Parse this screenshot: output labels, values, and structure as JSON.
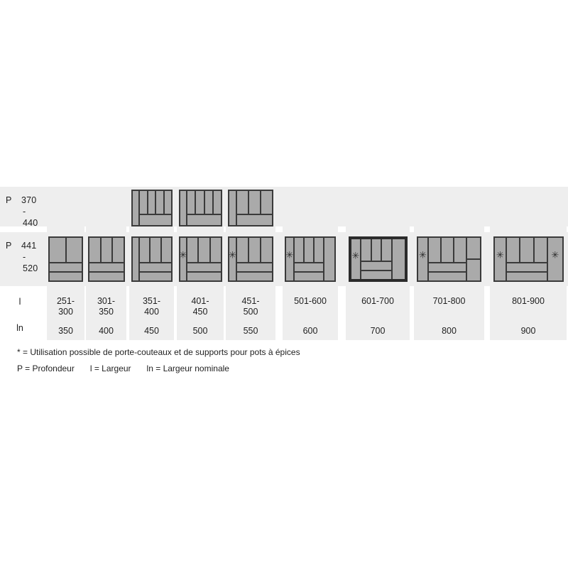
{
  "figure": {
    "type": "table",
    "title": "Cutlery tray sizes by depth and width"
  },
  "row_headers": {
    "depth_1": {
      "prefix": "P",
      "line1": "370",
      "line2": "-",
      "line3": "440"
    },
    "depth_2": {
      "prefix": "P",
      "line1": "441",
      "line2": "-",
      "line3": "520"
    },
    "width": "l",
    "nominal_width": "ln"
  },
  "columns": [
    {
      "l": "251-\n300",
      "ln": "350",
      "tray_370": null,
      "tray_441": {
        "left_asterisk": false,
        "right_asterisk": false,
        "highlighted": false,
        "top_cells": 2,
        "bottom_bars": 2,
        "right_stack": 0
      }
    },
    {
      "l": "301-\n350",
      "ln": "400",
      "tray_370": null,
      "tray_441": {
        "left_asterisk": false,
        "right_asterisk": false,
        "highlighted": false,
        "top_cells": 3,
        "bottom_bars": 2,
        "right_stack": 0
      }
    },
    {
      "l": "351-\n400",
      "ln": "450",
      "tray_370": {
        "left_asterisk": false,
        "right_asterisk": false,
        "highlighted": false,
        "top_cells": 4,
        "bottom_bars": 1,
        "right_stack": 0,
        "side_col": true
      },
      "tray_441": {
        "left_asterisk": false,
        "right_asterisk": false,
        "highlighted": false,
        "top_cells": 3,
        "bottom_bars": 2,
        "right_stack": 0,
        "side_col": true
      }
    },
    {
      "l": "401-\n450",
      "ln": "500",
      "tray_370": {
        "left_asterisk": false,
        "right_asterisk": false,
        "highlighted": false,
        "top_cells": 4,
        "bottom_bars": 1,
        "right_stack": 0,
        "side_col": true
      },
      "tray_441": {
        "left_asterisk": true,
        "right_asterisk": false,
        "highlighted": false,
        "top_cells": 3,
        "bottom_bars": 2,
        "right_stack": 0,
        "side_col": true
      }
    },
    {
      "l": "451-\n500",
      "ln": "550",
      "tray_370": {
        "left_asterisk": false,
        "right_asterisk": false,
        "highlighted": false,
        "top_cells": 3,
        "bottom_bars": 1,
        "right_stack": 0,
        "side_col": true
      },
      "tray_441": {
        "left_asterisk": true,
        "right_asterisk": false,
        "highlighted": false,
        "top_cells": 3,
        "bottom_bars": 2,
        "right_stack": 0,
        "side_col": true
      }
    },
    {
      "l": "501-600",
      "ln": "600",
      "tray_370": null,
      "tray_441": {
        "left_asterisk": true,
        "right_asterisk": false,
        "highlighted": false,
        "top_cells": 3,
        "bottom_bars": 2,
        "right_stack": 1,
        "side_col": true
      }
    },
    {
      "l": "601-700",
      "ln": "700",
      "tray_370": null,
      "tray_441": {
        "left_asterisk": true,
        "right_asterisk": false,
        "highlighted": true,
        "top_cells": 3,
        "bottom_bars": 2,
        "right_stack": 1,
        "side_col": true
      }
    },
    {
      "l": "701-800",
      "ln": "800",
      "tray_370": null,
      "tray_441": {
        "left_asterisk": true,
        "right_asterisk": false,
        "highlighted": false,
        "top_cells": 3,
        "bottom_bars": 2,
        "right_stack": 2,
        "side_col": true
      }
    },
    {
      "l": "801-900",
      "ln": "900",
      "tray_370": null,
      "tray_441": {
        "left_asterisk": true,
        "right_asterisk": true,
        "highlighted": false,
        "top_cells": 3,
        "bottom_bars": 2,
        "right_stack": 2,
        "side_col": true
      }
    }
  ],
  "footnotes": {
    "asterisk_note": "* = Utilisation possible de porte-couteaux et de supports pour pots à épices",
    "legend_p": "P = Profondeur",
    "legend_l": "l = Largeur",
    "legend_ln": "ln = Largeur nominale"
  },
  "colors": {
    "band": "#eeeeee",
    "tray_fill": "#a8a8a8",
    "tray_stroke": "#3a3a3a",
    "highlight_stroke": "#2b2b2b",
    "text": "#1f1f1f",
    "page_bg": "#ffffff"
  }
}
